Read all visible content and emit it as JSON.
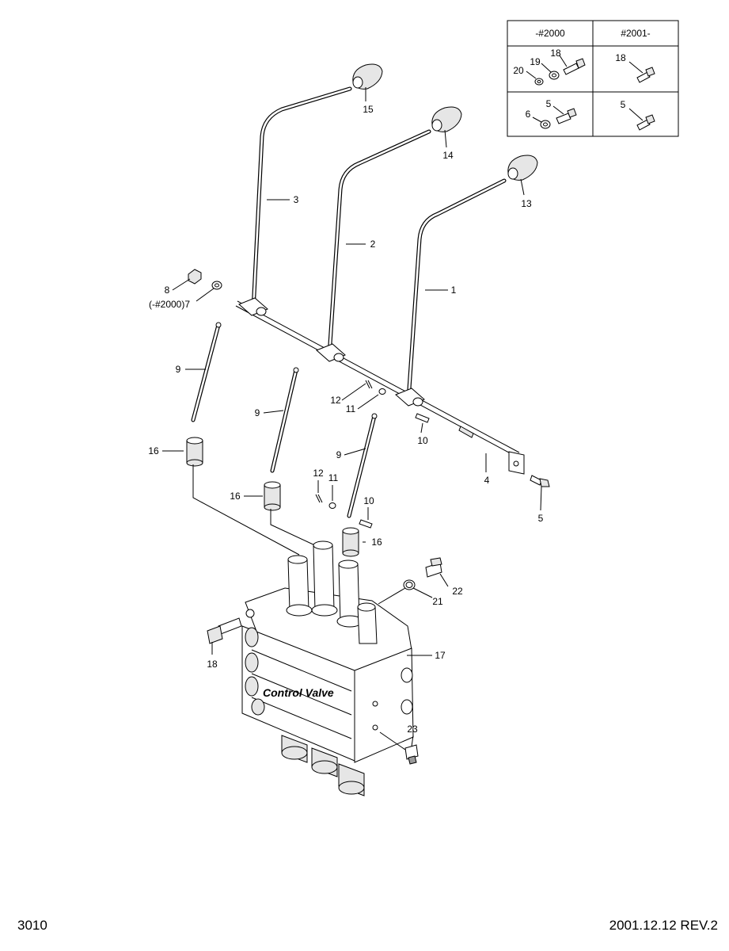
{
  "diagram": {
    "title": "Control Valve",
    "page_number": "3010",
    "revision": "2001.12.12 REV.2",
    "table": {
      "col1_header": "-#2000",
      "col2_header": "#2001-"
    },
    "callouts": {
      "c1": "1",
      "c2": "2",
      "c3": "3",
      "c4": "4",
      "c5": "5",
      "c7": "(-#2000)7",
      "c8": "8",
      "c9a": "9",
      "c9b": "9",
      "c9c": "9",
      "c10a": "10",
      "c10b": "10",
      "c11a": "11",
      "c11b": "11",
      "c12a": "12",
      "c12b": "12",
      "c13": "13",
      "c14": "14",
      "c15": "15",
      "c16a": "16",
      "c16b": "16",
      "c16c": "16",
      "c17": "17",
      "c18": "18",
      "c21": "21",
      "c22": "22",
      "c23": "23",
      "t18a": "18",
      "t19": "19",
      "t20": "20",
      "t18b": "18",
      "t5a": "5",
      "t6": "6",
      "t5b": "5"
    }
  }
}
